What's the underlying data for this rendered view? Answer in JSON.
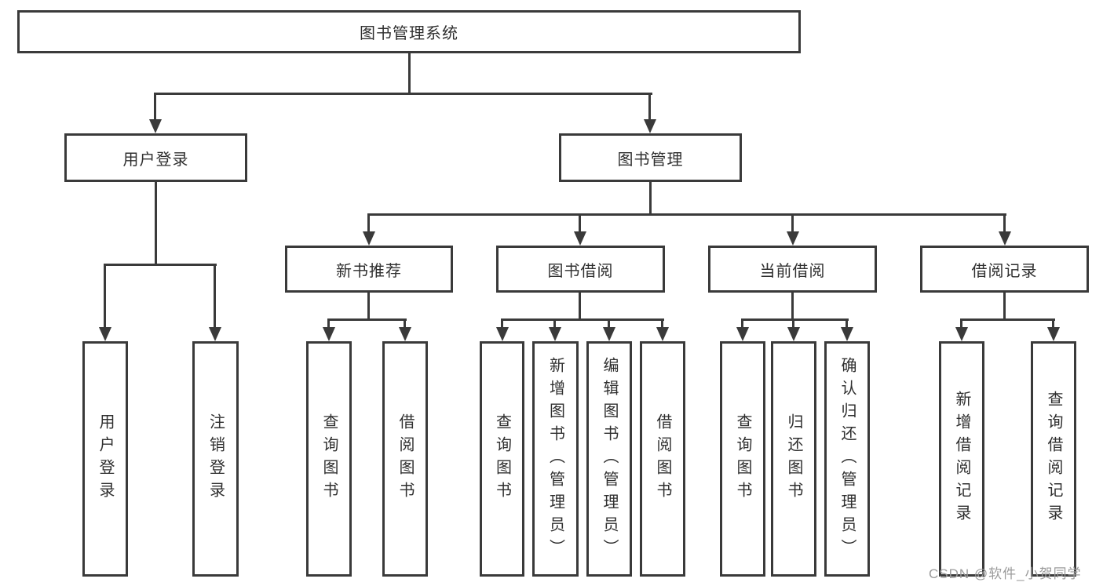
{
  "diagram_title": "图书管理系统",
  "tree": {
    "root": {
      "label": "图书管理系统"
    },
    "children": [
      {
        "label": "用户登录",
        "children": [
          {
            "label": "用户登录"
          },
          {
            "label": "注销登录"
          }
        ]
      },
      {
        "label": "图书管理",
        "children": [
          {
            "label": "新书推荐",
            "children": [
              {
                "label": "查询图书"
              },
              {
                "label": "借阅图书"
              }
            ]
          },
          {
            "label": "图书借阅",
            "children": [
              {
                "label": "查询图书"
              },
              {
                "label": "新增图书（管理员）"
              },
              {
                "label": "编辑图书（管理员）"
              },
              {
                "label": "借阅图书"
              }
            ]
          },
          {
            "label": "当前借阅",
            "children": [
              {
                "label": "查询图书"
              },
              {
                "label": "归还图书"
              },
              {
                "label": "确认归还（管理员）"
              }
            ]
          },
          {
            "label": "借阅记录",
            "children": [
              {
                "label": "新增借阅记录"
              },
              {
                "label": "查询借阅记录"
              }
            ]
          }
        ]
      }
    ]
  },
  "watermark": {
    "text": "CSDN @软件_小贺同学"
  },
  "colors": {
    "line": "#3a3a3a",
    "box_border": "#3a3a3a",
    "box_fill": "#ffffff",
    "text": "#2f2f2f",
    "watermark": "#9b9b9b",
    "background": "#ffffff"
  }
}
